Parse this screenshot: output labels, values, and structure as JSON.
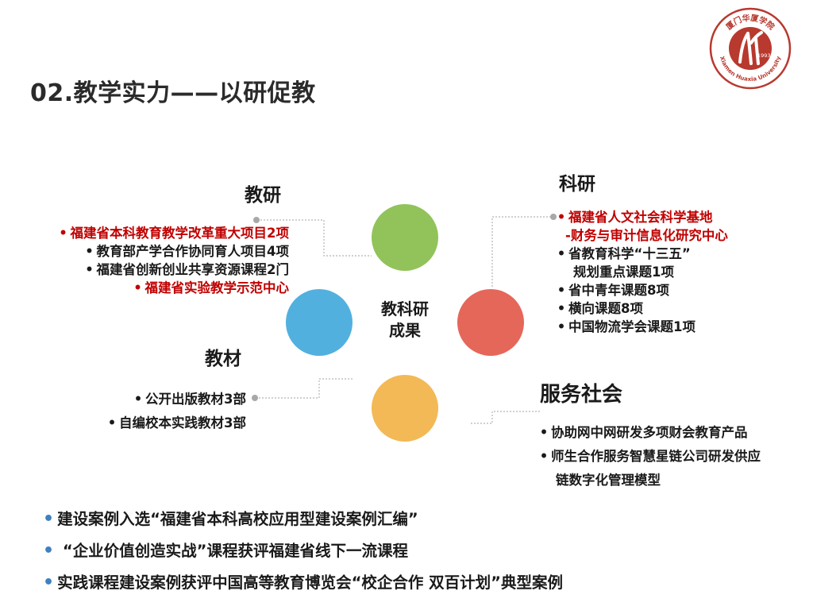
{
  "title": "02.教学实力——以研促教",
  "logo": {
    "icon": "university-seal-icon",
    "text_top": "厦门华厦学院",
    "text_bottom": "Xiamen Huaxia University",
    "year": "1993",
    "color": "#b8392e"
  },
  "center_label": [
    "教科研",
    "成果"
  ],
  "colors": {
    "green": "#92c35a",
    "blue": "#52b0df",
    "red": "#e5675a",
    "yellow": "#f3b957",
    "accent_red": "#c00000",
    "bullet_blue": "#3e80c2"
  },
  "teaching_research": {
    "heading": "教研",
    "items": [
      {
        "bullet": "•",
        "text": "福建省本科教育教学改革重大项目2项",
        "color": "red"
      },
      {
        "bullet": "•",
        "text": "教育部产学合作协同育人项目4项",
        "color": "dark"
      },
      {
        "bullet": "•",
        "text": "福建省创新创业共享资源课程2门",
        "color": "dark"
      },
      {
        "bullet": "•",
        "text": "福建省实验教学示范中心",
        "color": "red"
      }
    ]
  },
  "textbooks": {
    "heading": "教材",
    "items": [
      {
        "bullet": "•",
        "text": "公开出版教材3部"
      },
      {
        "bullet": "•",
        "text": "自编校本实践教材3部"
      }
    ]
  },
  "scientific_research": {
    "heading": "科研",
    "items": [
      {
        "bullet": "•",
        "text": "福建省人文社会科学基地",
        "color": "red"
      },
      {
        "bullet": "",
        "text": "-财务与审计信息化研究中心",
        "color": "red"
      },
      {
        "bullet": "•",
        "text": "省教育科学“十三五”",
        "color": "dark"
      },
      {
        "bullet": "",
        "text": "规划重点课题1项",
        "color": "dark"
      },
      {
        "bullet": "•",
        "text": "省中青年课题8项",
        "color": "dark"
      },
      {
        "bullet": "•",
        "text": "横向课题8项",
        "color": "dark"
      },
      {
        "bullet": "•",
        "text": "中国物流学会课题1项",
        "color": "dark"
      }
    ]
  },
  "social_service": {
    "heading": "服务社会",
    "items": [
      {
        "bullet": "•",
        "text": "协助网中网研发多项财会教育产品"
      },
      {
        "bullet": "•",
        "text": "师生合作服务智慧星链公司研发供应"
      },
      {
        "bullet": "",
        "text": "链数字化管理模型"
      }
    ]
  },
  "achievements": [
    {
      "bullet": "•",
      "text": "建设案例入选“福建省本科高校应用型建设案例汇编”"
    },
    {
      "bullet": "•",
      "text": " “企业价值创造实战”课程获评福建省线下一流课程"
    },
    {
      "bullet": "•",
      "text": "实践课程建设案例获评中国高等教育博览会“校企合作 双百计划”典型案例"
    }
  ]
}
